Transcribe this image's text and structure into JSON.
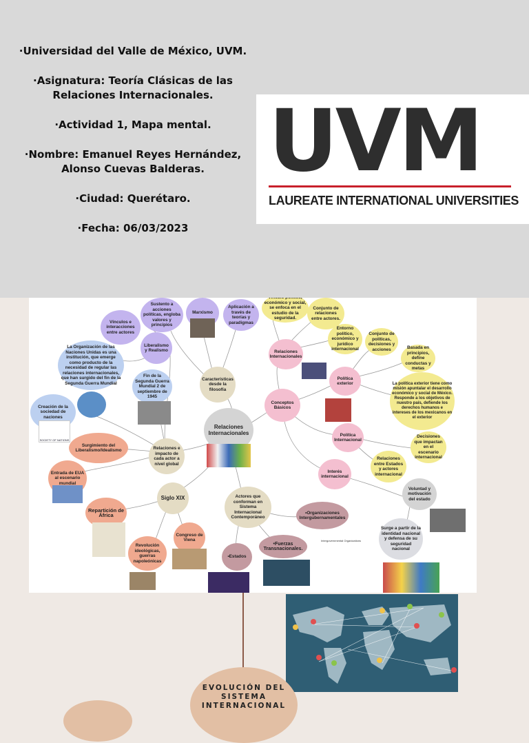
{
  "header": {
    "university": "·Universidad del Valle de México, UVM.",
    "subject": "·Asignatura: Teoría Clásicas de las Relaciones Internacionales.",
    "activity": "·Actividad 1, Mapa mental.",
    "names": "·Nombre: Emanuel Reyes Hernández, Alonso Cuevas Balderas.",
    "city": "·Ciudad: Querétaro.",
    "date": "·Fecha: 06/03/2023"
  },
  "logo": {
    "letters": "UVM",
    "subtitle": "LAUREATE INTERNATIONAL UNIVERSITIES",
    "accent": "#c8202b"
  },
  "mindmap": {
    "colors": {
      "blue": "#bcd0f0",
      "purple": "#c3b4ee",
      "yellow": "#f3ea90",
      "pink": "#f4bfd0",
      "salmon": "#f0a98f",
      "beige": "#e4dcc4",
      "gray": "#d4d4d4",
      "grayblue": "#dcdde2",
      "violet": "#c39aa0"
    },
    "center": "Relaciones Internacionales",
    "n_vinculos": "Vínculos e interacciones entre actores",
    "n_sustento": "Sustento a acciones políticas, engloba valores y principios",
    "n_marxismo": "Marxismo",
    "n_aplicacion": "Aplicación a través de teorías y paradigmas",
    "n_onu": "La Organización de las Naciones Unidas es una institución, que emerge como producto de la necesidad de regular las relaciones internacionales, que han surgido del fin de la Segunda Guerra Mundial",
    "n_liberalismo": "Liberalismo y Realismo",
    "n_fin_guerra": "Fin de la Segunda Guerra Mundial 2 de septiembre de 1945",
    "n_caracteristicas": "Características desde la filosofía",
    "n_creacion": "Creación de la sociedad de naciones",
    "n_surgimiento": "Surgimiento del Liberalismo/Idealismo",
    "n_impacto": "Relaciones e impacto de cada actor a nivel global",
    "n_entrada": "Entrada de EUA al escenario mundial",
    "n_siglo": "Siglo XIX",
    "n_reparticion": "Repartición de África",
    "n_revolucion": "Revolución ideológicas, guerras napoleónicas",
    "n_congreso": "Congreso de Viena",
    "n_vinculo_pol": "Vínculo político, económico y social, se enfoca en el estudio de la seguridad.",
    "n_conjunto_rel": "Conjunto de relaciones entre actores.",
    "n_rel_int": "Relaciones Internacionales",
    "n_entorno": "Entorno político, económico y jurídico internacional",
    "n_conjunto_pol": "Conjunto de políticas, decisiones y acciones",
    "n_basada": "Basada en principios, define conductas y metas",
    "n_politica_ext": "Política exterior",
    "n_politica_mx": "La política exterior tiene como misión apuntalar el desarrollo económico y social de México. Responde a los objetivos de nuestro país, defiende los derechos humanos e intereses de los mexicanos en el exterior",
    "n_conceptos": "Conceptos Básicos",
    "n_politica_int": "Política Internacional",
    "n_decisiones": "Decisiones que impactan en el escenario internacional",
    "n_rel_estados": "Relaciones entre Estados y actores internacional",
    "n_interes": "Interés internacional",
    "n_voluntad": "Voluntad y motivación del estado",
    "n_actores": "Actores que conforman en Sistema Internacional Contemporáneo",
    "n_org": "•Organizaciones Intergubernamentales",
    "n_surge": "Surge a partir de la identidad nacional y defensa de su seguridad nacional",
    "n_estados": "•Estados",
    "n_fuerzas": "•Fuerzas Transnacionales.",
    "img_igo": "Intergovernmental Organizations",
    "img_nations": "SOCIETY OF NATIONS"
  },
  "bottom": {
    "title": "EVOLUCIÓN DEL SISTEMA INTERNACIONAL",
    "pin_colors": [
      "#f0c24a",
      "#e05050",
      "#8bc44a"
    ]
  }
}
